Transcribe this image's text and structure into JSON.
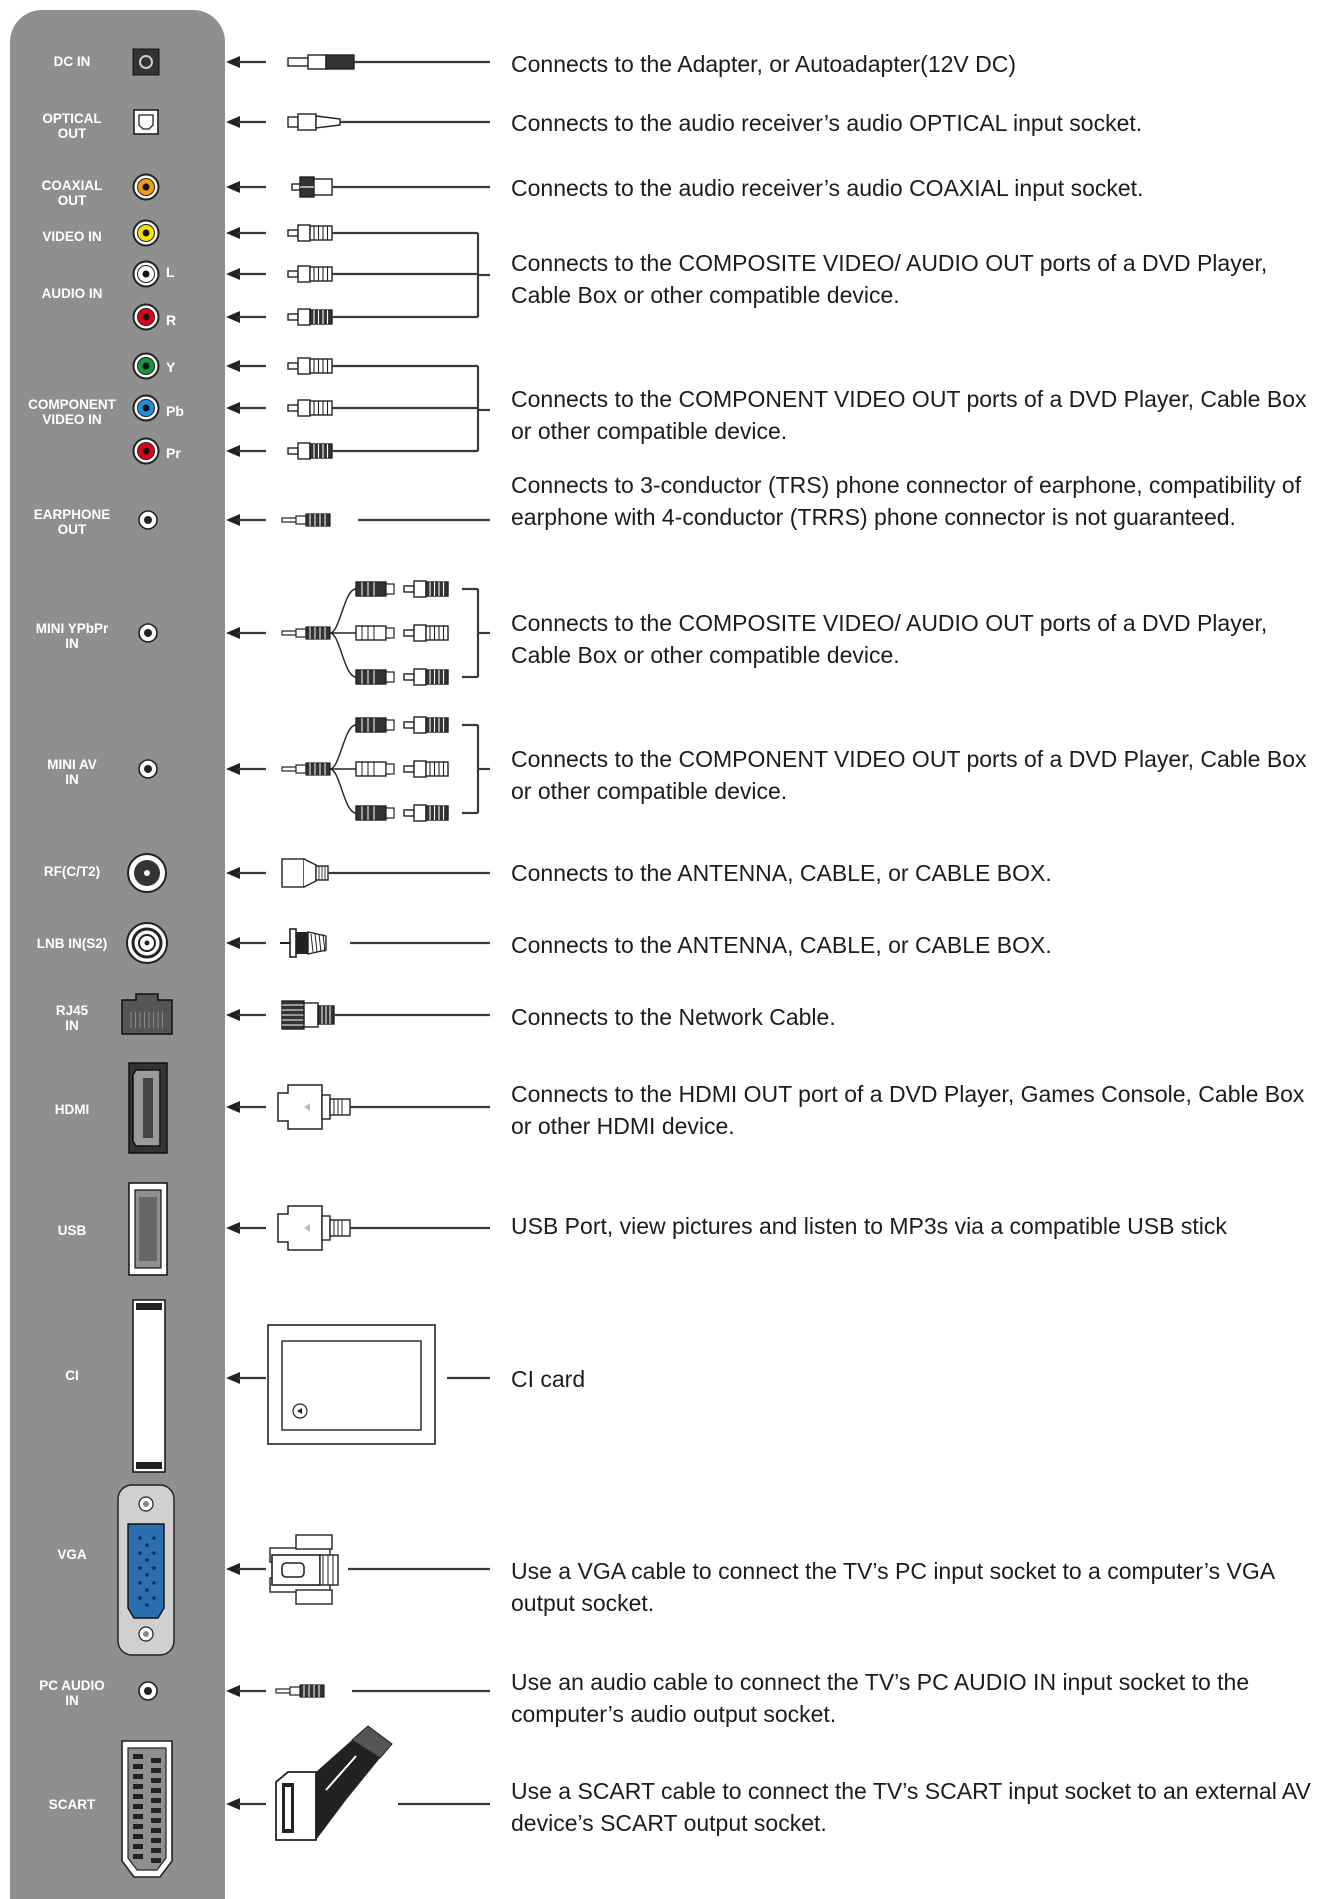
{
  "ports": [
    {
      "label": "DC IN"
    },
    {
      "label": "OPTICAL\nOUT"
    },
    {
      "label": "COAXIAL\nOUT"
    },
    {
      "label": "VIDEO IN"
    },
    {
      "label": "AUDIO IN"
    },
    {
      "label": "COMPONENT\nVIDEO IN"
    },
    {
      "label": "EARPHONE\nOUT"
    },
    {
      "label": "MINI YPbPr\nIN"
    },
    {
      "label": "MINI AV\nIN"
    },
    {
      "label": "RF(C/T2)"
    },
    {
      "label": "LNB IN(S2)"
    },
    {
      "label": "RJ45\nIN"
    },
    {
      "label": "HDMI"
    },
    {
      "label": "USB"
    },
    {
      "label": "CI"
    },
    {
      "label": "VGA"
    },
    {
      "label": "PC AUDIO\nIN"
    },
    {
      "label": "SCART"
    }
  ],
  "channels": {
    "left": "L",
    "right": "R",
    "y": "Y",
    "pb": "Pb",
    "pr": "Pr"
  },
  "descriptions": [
    "Connects to the Adapter, or Autoadapter(12V DC)",
    "Connects to the audio receiver’s audio OPTICAL input socket.",
    "Connects to the audio receiver’s audio COAXIAL input socket.",
    "Connects to the COMPOSITE VIDEO/ AUDIO OUT ports of a DVD Player, Cable Box or other compatible device.",
    "Connects to the COMPONENT VIDEO OUT ports of a DVD Player, Cable Box or other compatible device.",
    "Connects to 3-conductor (TRS) phone connector of earphone, compatibility of earphone with 4-conductor (TRRS) phone connector is not guaranteed.",
    "Connects to the COMPOSITE VIDEO/ AUDIO OUT ports of a DVD Player, Cable Box or other compatible device.",
    "Connects to the COMPONENT VIDEO OUT ports of a DVD Player, Cable Box or other compatible device.",
    "Connects to the ANTENNA, CABLE, or CABLE BOX.",
    "Connects to the ANTENNA, CABLE, or CABLE BOX.",
    "Connects to the Network Cable.",
    "Connects to the HDMI OUT port of a DVD Player, Games Console, Cable Box or other HDMI device.",
    "USB Port, view pictures and listen to MP3s via a compatible USB stick",
    "CI card",
    "Use a VGA cable to connect the TV’s PC input socket to a computer’s VGA output socket.",
    "Use an audio cable to connect the TV’s PC AUDIO IN input socket to the computer’s audio output socket.",
    "Use a SCART cable to connect the TV’s SCART input socket to an external AV device’s SCART output socket."
  ],
  "colors": {
    "panel": "#8f8f90",
    "coaxial": "#f39c12",
    "video_yellow": "#f5e400",
    "audio_white": "#ffffff",
    "audio_red": "#e3001b",
    "component_green": "#119a3b",
    "component_blue": "#1f8fdc",
    "component_red": "#e3001b",
    "vga_blue": "#2b6fb0",
    "text": "#1c1c1c"
  }
}
